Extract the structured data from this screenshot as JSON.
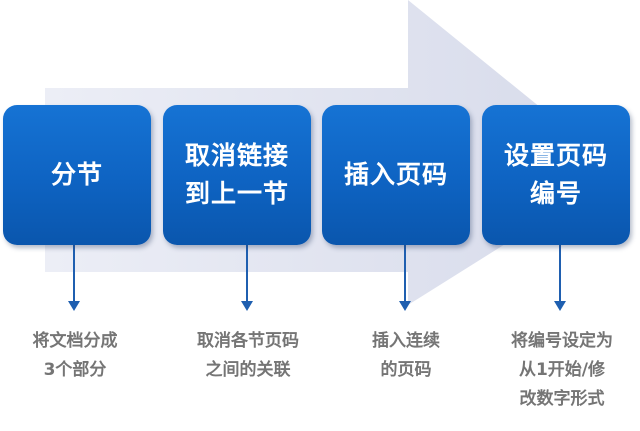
{
  "steps": [
    {
      "label": "分节",
      "note": "将文档分成\n3个部分"
    },
    {
      "label": "取消链接\n到上一节",
      "note": "取消各节页码\n之间的关联"
    },
    {
      "label": "插入页码",
      "note": "插入连续\n的页码"
    },
    {
      "label": "设置页码\n编号",
      "note": "将编号设定为\n从1开始/修\n改数字形式"
    }
  ],
  "colors": {
    "box": "#0e63c2",
    "arrow": "#dde0ef",
    "connector": "#1f5fb0",
    "note_text": "#757575"
  }
}
